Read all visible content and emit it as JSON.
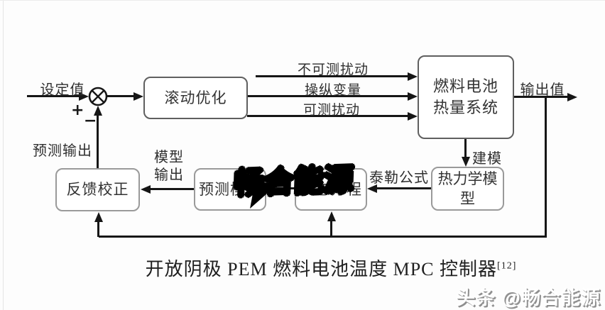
{
  "diagram": {
    "labels": {
      "setpoint": "设定值",
      "plus_sign": "+",
      "minus_sign": "−",
      "predicted_output": "预测输出",
      "unmeasurable_disturbance": "不可测扰动",
      "manipulated_variable": "操纵变量",
      "measurable_disturbance": "可测扰动",
      "output_value": "输出值",
      "modeling": "建模",
      "taylor_formula": "泰勒公式",
      "model_output_line1": "模型",
      "model_output_line2": "输出"
    },
    "blocks": {
      "rolling_optimization": "滚动优化",
      "fuel_cell_line1": "燃料电池",
      "fuel_cell_line2": "热量系统",
      "thermodynamic_model": "热力学模型",
      "state_equation": "状态方程",
      "prediction_model": "预测模型",
      "feedback_correction": "反馈校正"
    },
    "caption": {
      "text": "开放阴极 PEM 燃料电池温度 MPC 控制器",
      "reference": "[12]"
    },
    "watermarks": {
      "center": "畅合能源",
      "bottom_right": "头条 @畅合能源"
    },
    "colors": {
      "line": "#161616",
      "box_border_dark": "#5f5f5f",
      "box_border_light": "#9a9a9a",
      "text": "#2f2f2f",
      "watermark_yellow": "#ffd900",
      "watermark_outline": "#000000",
      "toutiao_text": "#ffffff",
      "toutiao_shadow": "#8f8f8f"
    }
  }
}
